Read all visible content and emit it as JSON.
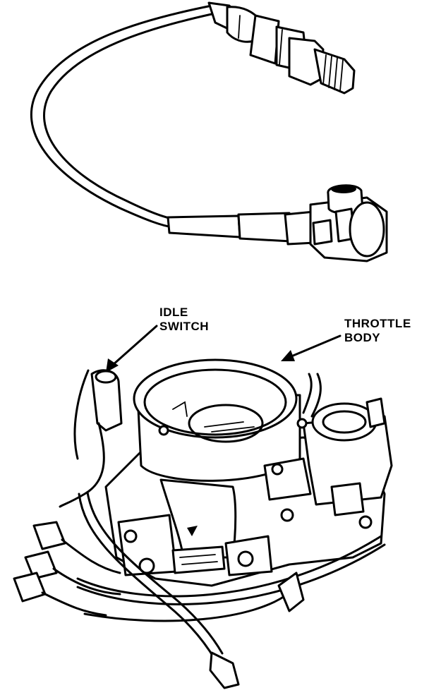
{
  "labels": {
    "idle_switch_line1": "IDLE",
    "idle_switch_line2": "SWITCH",
    "throttle_body_line1": "THROTTLE",
    "throttle_body_line2": "BODY"
  },
  "colors": {
    "ink": "#000000",
    "paper": "#ffffff"
  }
}
